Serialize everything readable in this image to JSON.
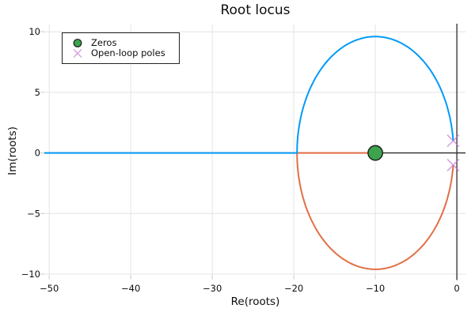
{
  "title": "Root locus",
  "legend": {
    "items": [
      {
        "label": "Zeros",
        "marker": "circle",
        "color": "#3da44d",
        "edge_color": "#1a1a1a"
      },
      {
        "label": "Open-loop poles",
        "marker": "x",
        "color": "#c271d2"
      }
    ]
  },
  "chart_data": {
    "type": "line",
    "title": "Root locus",
    "xlabel": "Re(roots)",
    "ylabel": "Im(roots)",
    "xlim": [
      -50.6,
      1.06
    ],
    "ylim": [
      -10.1,
      10.6
    ],
    "xticks": [
      -50,
      -40,
      -30,
      -20,
      -10,
      0
    ],
    "yticks": [
      -10,
      -5,
      0,
      5,
      10
    ],
    "grid": true,
    "frame": "zerolines",
    "legend_position": "top-left",
    "zeros": [
      {
        "re": -10,
        "im": 0
      }
    ],
    "poles": [
      {
        "re": -0.45,
        "im": 1.0
      },
      {
        "re": -0.45,
        "im": -1.0
      }
    ],
    "locus_circle": {
      "center_re": -10,
      "center_im": 0,
      "radius": 9.603
    },
    "break_in_re": -19.6,
    "series": [
      {
        "name": "upper-branch",
        "color": "#009af9",
        "route": "real axis from -50.6 to break-in -19.6, then upper circular arc ending at pole -0.45+1.0j"
      },
      {
        "name": "lower-branch",
        "color": "#e26f46",
        "route": "lower circular arc from pole -0.45-1.0j to break-in -19.6, then real axis to zero at -10"
      }
    ],
    "zeroline_color": "#2d2d2d",
    "grid_color": "#e4e4e4",
    "tick_color": "#c8c8c8"
  }
}
